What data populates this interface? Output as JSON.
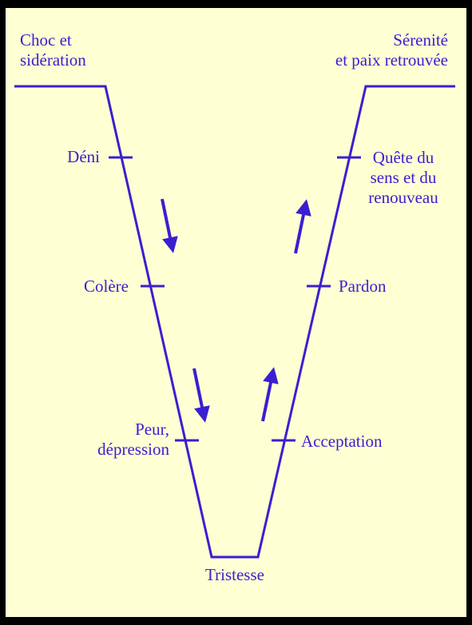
{
  "colors": {
    "background": "#ffffd4",
    "border": "#000000",
    "ink": "#3a1fd0"
  },
  "labels": {
    "choc": "Choc et\nsidération",
    "serenite": "Sérenité\net paix retrouvée",
    "deni": "Déni",
    "colere": "Colère",
    "peur": "Peur,\ndépression",
    "tristesse": "Tristesse",
    "acceptation": "Acceptation",
    "pardon": "Pardon",
    "quete": "Quête du\nsens et du\nrenouveau"
  },
  "icons": {
    "down_arrow": "arrow-down-icon",
    "up_arrow": "arrow-up-icon"
  }
}
